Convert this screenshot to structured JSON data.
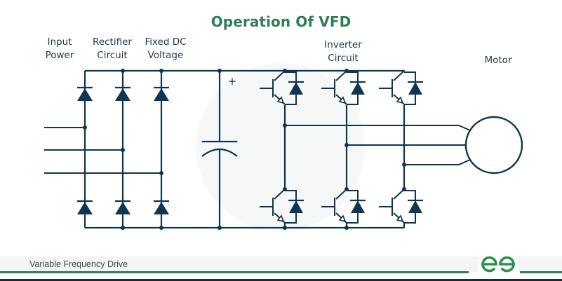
{
  "title": "Operation Of VFD",
  "labels": {
    "input_power": "Input\nPower",
    "rectifier_circuit": "Rectifier\nCircuit",
    "fixed_dc_voltage": "Fixed DC\nVoltage",
    "inverter_circuit": "Inverter\nCircuit",
    "motor": "Motor",
    "capacitor_polarity": "+"
  },
  "components": {
    "input_phases": 3,
    "rectifier_diodes": 6,
    "dc_link_capacitor": 1,
    "inverter_switches": 6,
    "switch_type": "transistor-with-antiparallel-diode",
    "motor": 1
  },
  "colors": {
    "title": "#2f7d57",
    "wire": "#0f3550",
    "label": "#1f3a4d",
    "brand": "#2f8f4e",
    "footer_line": "#2f7d57"
  },
  "footer": {
    "caption": "Variable Frequency Drive",
    "logo_icon": "geeksforgeeks-logo-icon"
  }
}
